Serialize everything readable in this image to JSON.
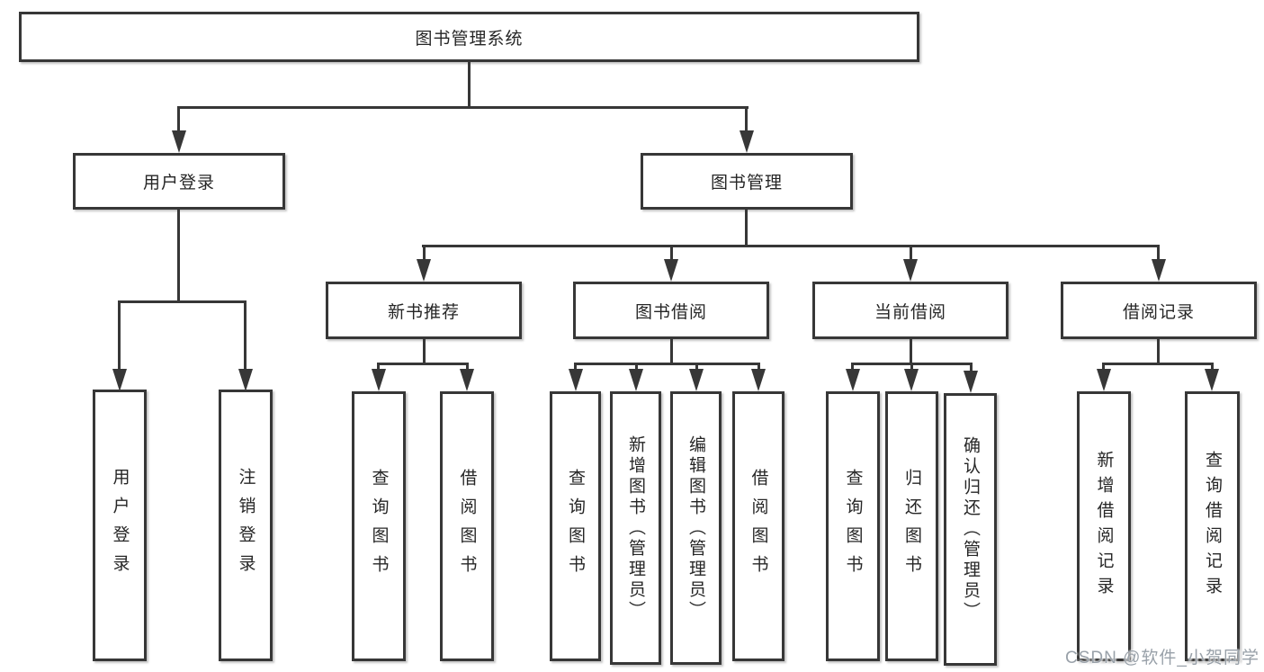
{
  "nodes": {
    "root": "图书管理系统",
    "level2": [
      "用户登录",
      "图书管理"
    ],
    "level3": [
      "新书推荐",
      "图书借阅",
      "当前借阅",
      "借阅记录"
    ],
    "leaves_g1": [
      "用户登录",
      "注销登录"
    ],
    "leaves_g2": [
      "查询图书",
      "借阅图书"
    ],
    "leaves_g3": [
      "查询图书",
      "新增图书（管理员）",
      "编辑图书（管理员）",
      "借阅图书"
    ],
    "leaves_g4": [
      "查询图书",
      "归还图书",
      "确认归还（管理员）"
    ],
    "leaves_g5": [
      "新增借阅记录",
      "查询借阅记录"
    ]
  },
  "colors": {
    "line": "#373737",
    "text": "#262626",
    "watermark": "#99a1a9",
    "background": "#ffffff"
  },
  "watermark": {
    "text": "CSDN @软件_小贺同学"
  }
}
